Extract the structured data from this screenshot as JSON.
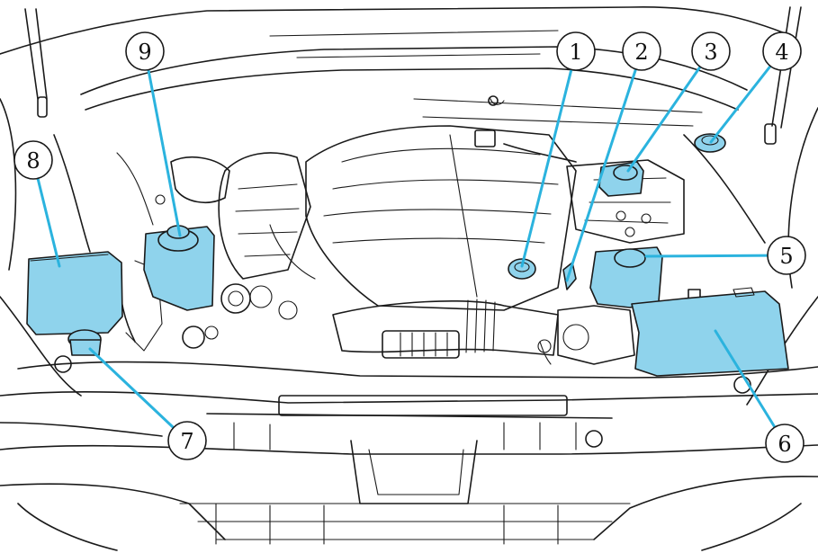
{
  "colors": {
    "highlight": "#8fd3ec",
    "leader": "#2bb3de"
  },
  "callouts": [
    {
      "id": "1",
      "label": "1"
    },
    {
      "id": "2",
      "label": "2"
    },
    {
      "id": "3",
      "label": "3"
    },
    {
      "id": "4",
      "label": "4"
    },
    {
      "id": "5",
      "label": "5"
    },
    {
      "id": "6",
      "label": "6"
    },
    {
      "id": "7",
      "label": "7"
    },
    {
      "id": "8",
      "label": "8"
    },
    {
      "id": "9",
      "label": "9"
    }
  ]
}
